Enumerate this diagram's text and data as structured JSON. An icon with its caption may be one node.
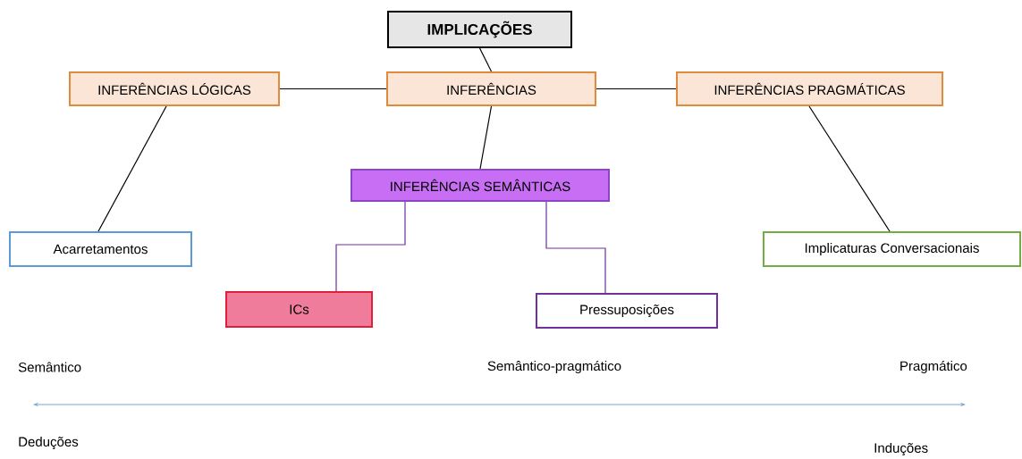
{
  "diagram": {
    "nodes": [
      {
        "text": [
          "IMPLICAÇÕES"
        ]
      },
      {
        "text": [
          "INFERÊNCIAS LÓGICAS"
        ]
      },
      {
        "text": [
          "INFERÊNCIAS"
        ]
      },
      {
        "text": [
          "INFERÊNCIAS PRAGMÁTICAS"
        ]
      },
      {
        "text": [
          "INFERÊNCIAS SEMÂNTICAS"
        ]
      },
      {
        "text": [
          "Acarretamentos"
        ]
      },
      {
        "text": [
          "Implicaturas Conversacionais"
        ]
      },
      {
        "text": [
          "ICs"
        ]
      },
      {
        "text": [
          "Pressuposições"
        ]
      }
    ],
    "edges": [
      {
        "from": 0,
        "to": 2,
        "arrow": "none"
      },
      {
        "from": 1,
        "to": 2,
        "arrow": "none"
      },
      {
        "from": 2,
        "to": 3,
        "arrow": "none"
      },
      {
        "from": 2,
        "to": 4,
        "arrow": "none"
      },
      {
        "from": 1,
        "to": 5,
        "arrow": "none"
      },
      {
        "from": 3,
        "to": 6,
        "arrow": "none"
      },
      {
        "from": 4,
        "to": 7,
        "arrow": "none",
        "color": "#7030a0"
      },
      {
        "from": 4,
        "to": 8,
        "arrow": "none",
        "color": "#7030a0"
      }
    ],
    "labels": [
      "Semântico",
      "Semântico-pragmático",
      "Pragmático",
      "Deduções",
      "Induções"
    ]
  }
}
